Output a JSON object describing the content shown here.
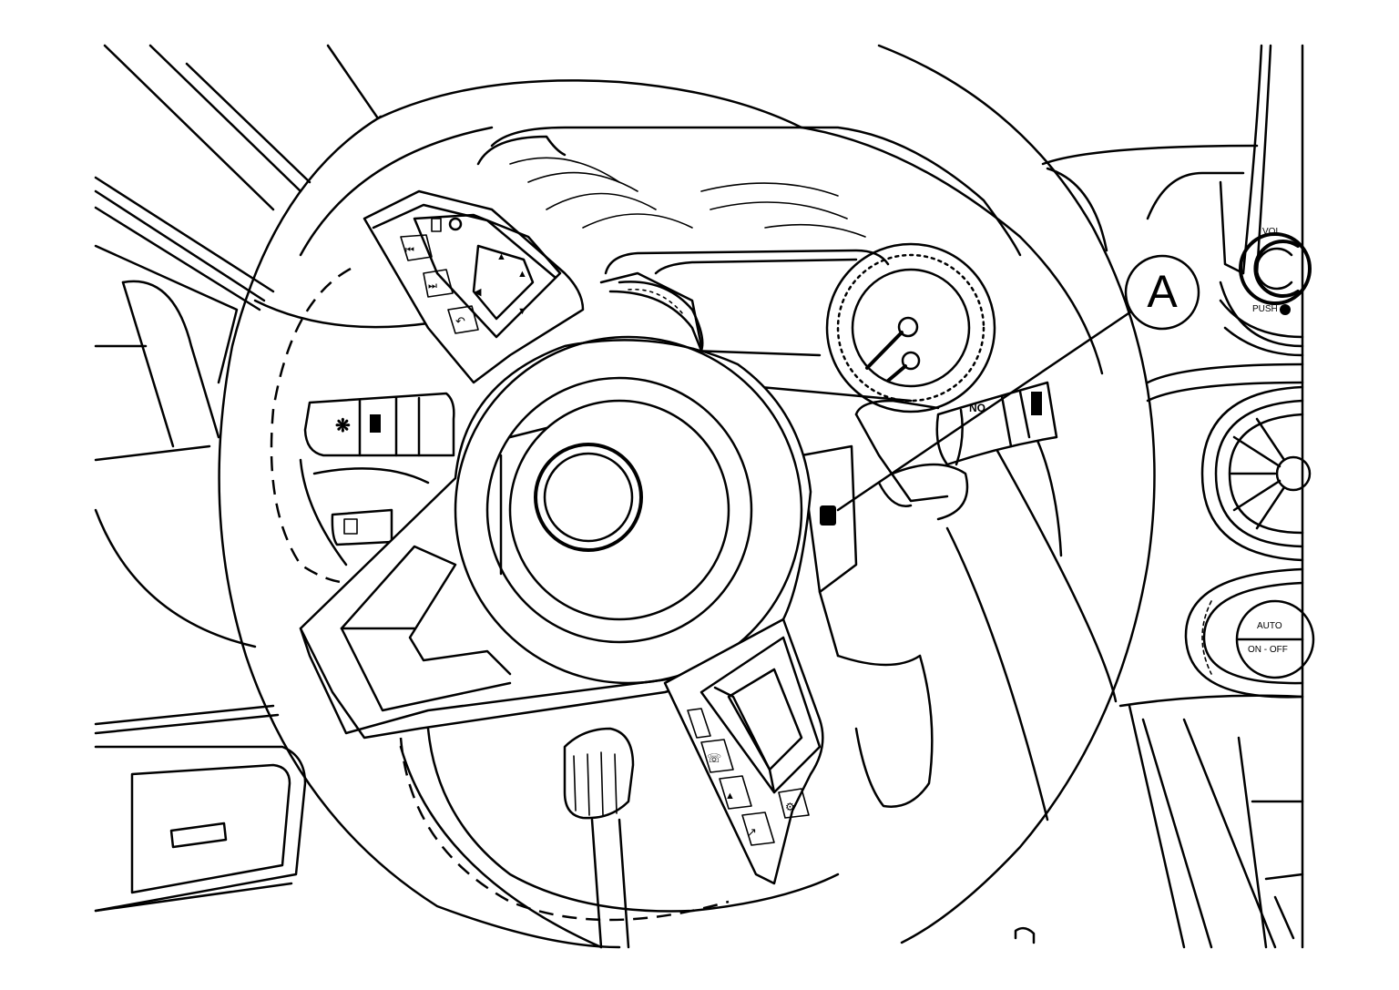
{
  "callout": {
    "letter": "A"
  },
  "radio_knob": {
    "top_label": "VOL",
    "bottom_label": "PUSH"
  },
  "climate_knob": {
    "top_label": "AUTO",
    "bottom_label": "ON - OFF"
  },
  "colors": {
    "line": "#000000",
    "background": "#ffffff"
  }
}
